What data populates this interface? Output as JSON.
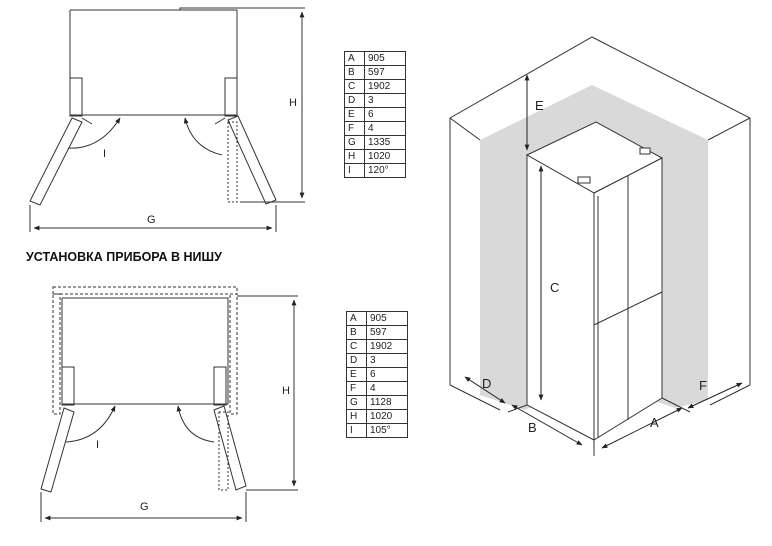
{
  "heading": "УСТАНОВКА ПРИБОРА В НИШУ",
  "top_diagram": {
    "labels": {
      "height": "H",
      "width": "G",
      "angle": "I"
    }
  },
  "niche_diagram": {
    "labels": {
      "height": "H",
      "width": "G",
      "angle": "I"
    }
  },
  "iso_diagram": {
    "labels": {
      "a": "A",
      "b": "B",
      "c": "C",
      "d": "D",
      "e": "E",
      "f": "F"
    }
  },
  "table_top": [
    {
      "k": "A",
      "v": "905"
    },
    {
      "k": "B",
      "v": "597"
    },
    {
      "k": "C",
      "v": "1902"
    },
    {
      "k": "D",
      "v": "3"
    },
    {
      "k": "E",
      "v": "6"
    },
    {
      "k": "F",
      "v": "4"
    },
    {
      "k": "G",
      "v": "1335"
    },
    {
      "k": "H",
      "v": "1020"
    },
    {
      "k": "I",
      "v": "120°"
    }
  ],
  "table_bottom": [
    {
      "k": "A",
      "v": "905"
    },
    {
      "k": "B",
      "v": "597"
    },
    {
      "k": "C",
      "v": "1902"
    },
    {
      "k": "D",
      "v": "3"
    },
    {
      "k": "E",
      "v": "6"
    },
    {
      "k": "F",
      "v": "4"
    },
    {
      "k": "G",
      "v": "1128"
    },
    {
      "k": "H",
      "v": "1020"
    },
    {
      "k": "I",
      "v": "105°"
    }
  ]
}
